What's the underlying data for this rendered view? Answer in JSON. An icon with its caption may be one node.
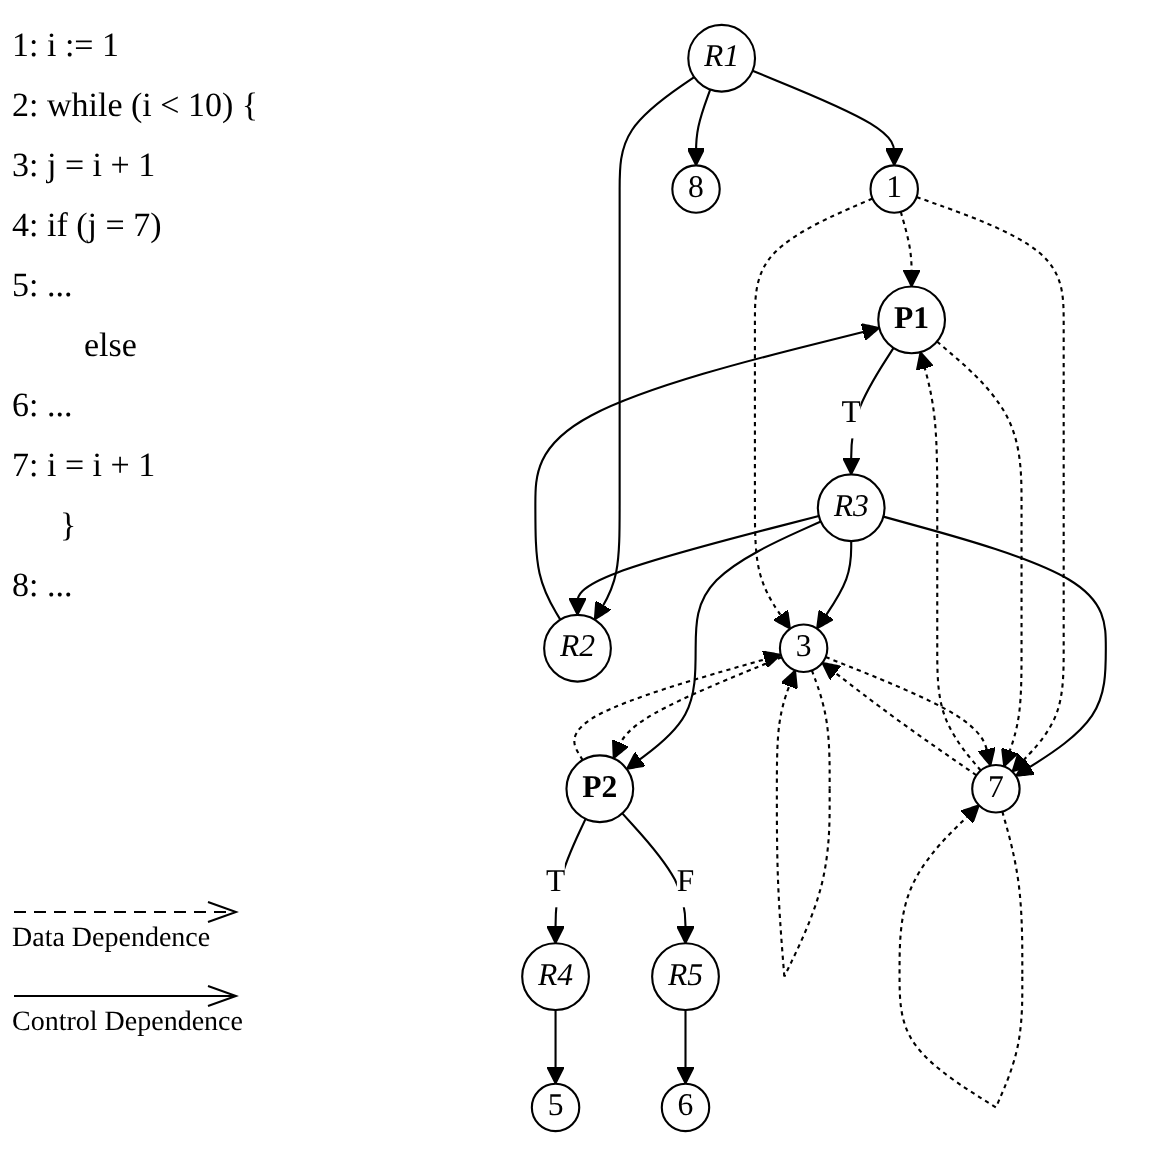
{
  "diagram": {
    "nodes": [
      {
        "text": [
          "R1"
        ]
      },
      {
        "text": [
          "1"
        ]
      },
      {
        "text": [
          "R2"
        ]
      },
      {
        "text": [
          "8"
        ]
      },
      {
        "text": [
          "P1"
        ]
      },
      {
        "text": [
          "R3"
        ]
      },
      {
        "text": [
          "3"
        ]
      },
      {
        "text": [
          "P2"
        ]
      },
      {
        "text": [
          "7"
        ]
      },
      {
        "text": [
          "R4"
        ]
      },
      {
        "text": [
          "R5"
        ]
      },
      {
        "text": [
          "5"
        ]
      },
      {
        "text": [
          "6"
        ]
      }
    ],
    "edges": [
      {
        "from": 0,
        "to": 1,
        "arrow": "to"
      },
      {
        "from": 0,
        "to": 2,
        "arrow": "to"
      },
      {
        "from": 0,
        "to": 3,
        "arrow": "to"
      },
      {
        "from": 2,
        "to": 4,
        "arrow": "to"
      },
      {
        "from": 4,
        "to": 5,
        "arrow": "to",
        "label": "T"
      },
      {
        "from": 5,
        "to": 2,
        "arrow": "to"
      },
      {
        "from": 5,
        "to": 6,
        "arrow": "to"
      },
      {
        "from": 5,
        "to": 7,
        "arrow": "to"
      },
      {
        "from": 5,
        "to": 8,
        "arrow": "to"
      },
      {
        "from": 7,
        "to": 9,
        "arrow": "to",
        "label": "T"
      },
      {
        "from": 7,
        "to": 10,
        "arrow": "to",
        "label": "F"
      },
      {
        "from": 9,
        "to": 11,
        "arrow": "to"
      },
      {
        "from": 10,
        "to": 12,
        "arrow": "to"
      },
      {
        "from": 1,
        "to": 4,
        "arrow": "to",
        "style": "dashed"
      },
      {
        "from": 1,
        "to": 6,
        "arrow": "to",
        "style": "dashed"
      },
      {
        "from": 1,
        "to": 8,
        "arrow": "to",
        "style": "dashed"
      },
      {
        "from": 8,
        "to": 4,
        "arrow": "to",
        "style": "dashed"
      },
      {
        "from": 4,
        "to": 8,
        "arrow": "to",
        "style": "dashed"
      },
      {
        "from": 6,
        "to": 6,
        "arrow": "to",
        "style": "dashed"
      },
      {
        "from": 6,
        "to": 7,
        "arrow": "to",
        "style": "dashed"
      },
      {
        "from": 7,
        "to": 6,
        "arrow": "to",
        "style": "dashed"
      },
      {
        "from": 8,
        "to": 6,
        "arrow": "to",
        "style": "dashed"
      },
      {
        "from": 6,
        "to": 8,
        "arrow": "to",
        "style": "dashed"
      },
      {
        "from": 8,
        "to": 8,
        "arrow": "to",
        "style": "dashed"
      }
    ],
    "labels": [
      "1: i := 1",
      "2: while (i < 10) {",
      "3: j = i + 1",
      "4: if (j = 7)",
      "5: ...",
      "else",
      "6: ...",
      "7: i = i + 1",
      "}",
      "8: ..."
    ],
    "legend": [
      {
        "text": "Data Dependence"
      },
      {
        "text": "Control Dependence"
      }
    ]
  }
}
